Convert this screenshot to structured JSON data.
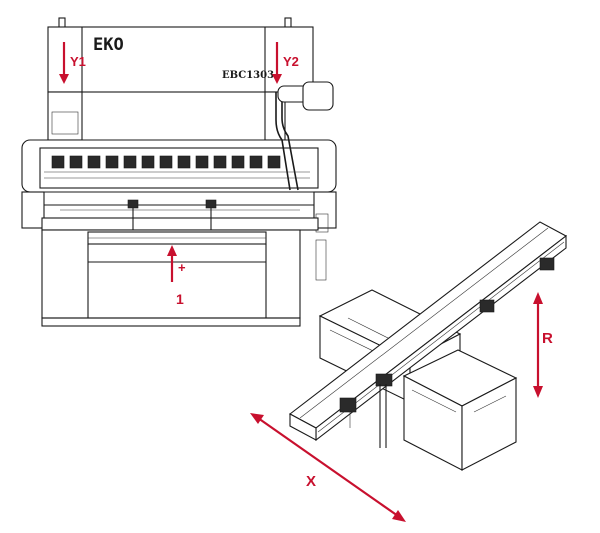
{
  "press_brake": {
    "logo": "EKO",
    "model": "EBC1303"
  },
  "axis_labels": {
    "y1": "Y1",
    "y2": "Y2",
    "plus": "+",
    "one": "1",
    "r": "R",
    "x": "X"
  },
  "colors": {
    "arrow": "#c8102e",
    "line": "#1a1a1a"
  }
}
